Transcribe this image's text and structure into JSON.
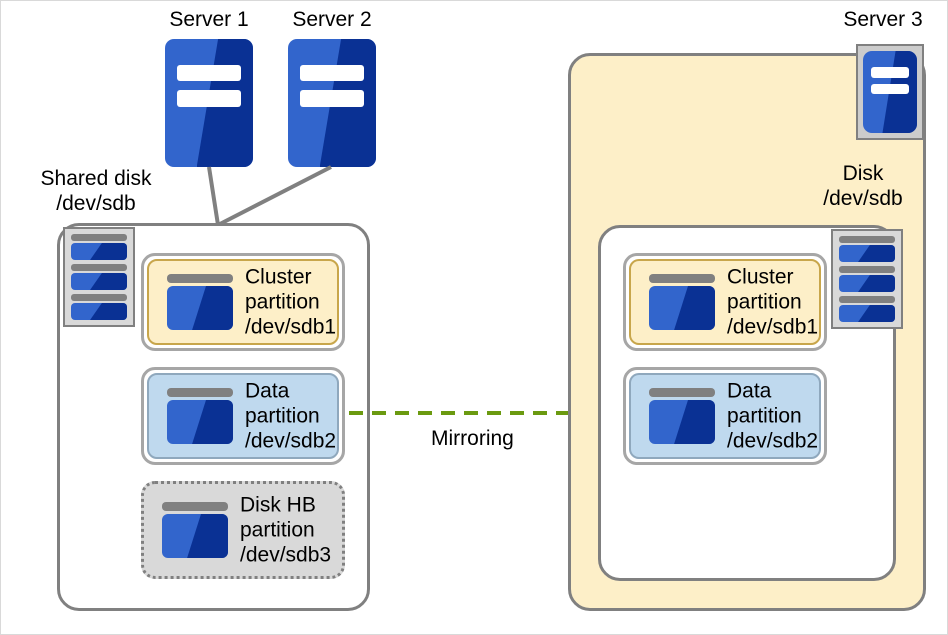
{
  "diagram": {
    "title_labels": {
      "server1": "Server 1",
      "server2": "Server 2",
      "server3": "Server 3",
      "shared_disk": "Shared disk\n/dev/sdb",
      "disk": "Disk\n/dev/sdb",
      "mirroring": "Mirroring"
    },
    "left_partitions": [
      {
        "name": "cluster",
        "text": "Cluster\npartition\n/dev/sdb1",
        "fill": "#fdefc8",
        "border": "#c8a64b",
        "style": "solid"
      },
      {
        "name": "data",
        "text": "Data\npartition\n/dev/sdb2",
        "fill": "#bfd9ee",
        "border": "#8fa8bd",
        "style": "solid"
      },
      {
        "name": "diskhb",
        "text": "Disk HB\npartition\n/dev/sdb3",
        "fill": "#d9d9d9",
        "border": "#808080",
        "style": "dotted"
      }
    ],
    "right_partitions": [
      {
        "name": "cluster",
        "text": "Cluster\npartition\n/dev/sdb1",
        "fill": "#fdefc8",
        "border": "#c8a64b",
        "style": "solid"
      },
      {
        "name": "data",
        "text": "Data\npartition\n/dev/sdb2",
        "fill": "#bfd9ee",
        "border": "#8fa8bd",
        "style": "solid"
      }
    ],
    "colors": {
      "server_light_blue": "#3265cc",
      "server_dark_blue": "#0a3194",
      "cream": "#fdefc8",
      "light_blue": "#bfd9ee",
      "gray_border": "#808080",
      "gray_fill": "#d9d9d9",
      "arrow_green": "#6b9a10",
      "canvas_border": "#d9d9d9"
    }
  }
}
